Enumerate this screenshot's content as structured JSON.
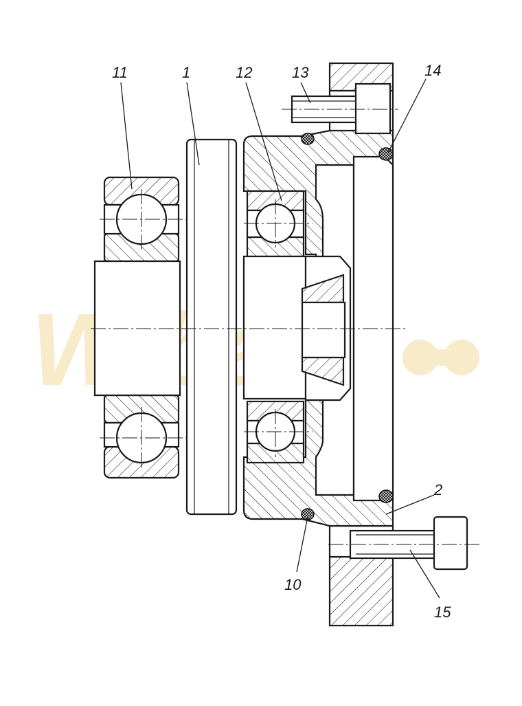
{
  "watermark": {
    "text": "Wibako"
  },
  "labels": {
    "l11": "11",
    "l1": "1",
    "l12": "12",
    "l13": "13",
    "l14": "14",
    "l2": "2",
    "l10": "10",
    "l15": "15"
  },
  "colors": {
    "line": "#1a1a1a",
    "watermark": "#f3dca0",
    "background": "#ffffff"
  }
}
